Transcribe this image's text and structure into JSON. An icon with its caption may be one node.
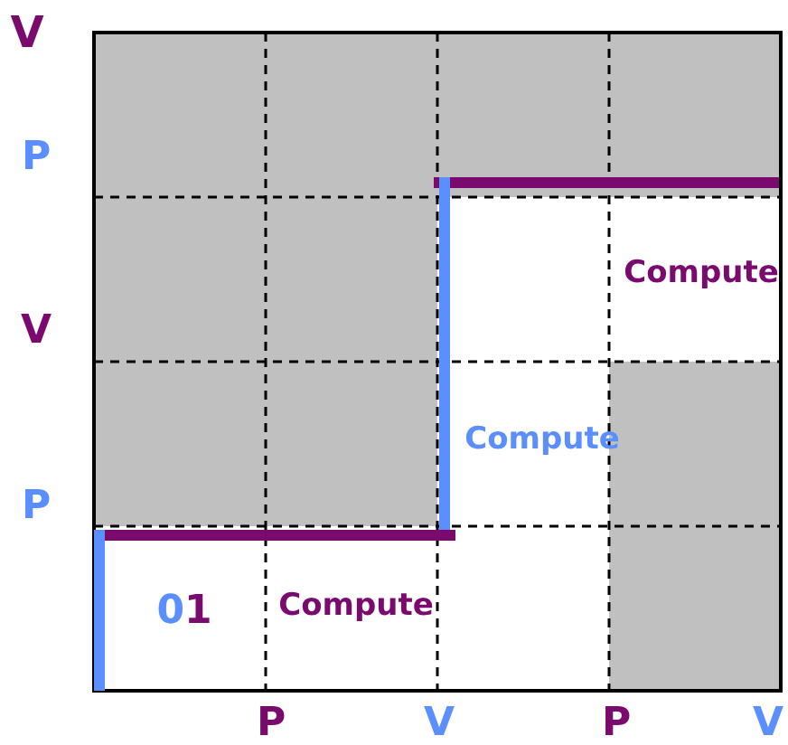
{
  "diagram": {
    "labels": [
      "V",
      "P",
      "V",
      "P",
      "Compute",
      "Compute",
      "01",
      "Compute",
      "P",
      "V",
      "P",
      "V"
    ]
  }
}
